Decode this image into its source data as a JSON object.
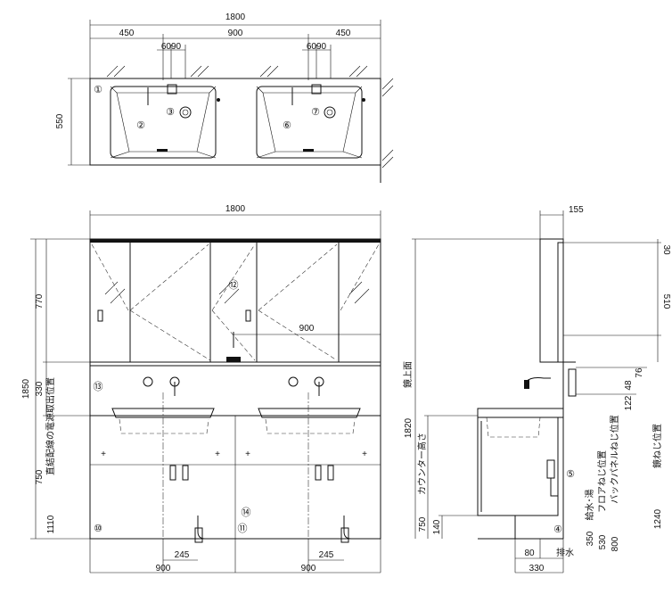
{
  "plan": {
    "total": "1800",
    "side_left": "450",
    "middle": "900",
    "side_right": "450",
    "tap_spacing_left": "6090",
    "tap_spacing_right": "6090",
    "depth": "550"
  },
  "front": {
    "total": "1800",
    "overall_height": "1850",
    "mirror_height": "770",
    "backpanel_height": "330",
    "counter_height": "750",
    "outlet_height": "1110",
    "outlet_label": "直結配線の電源取出位置",
    "mirror_inner": "900",
    "bottom_left": "900",
    "bottom_right": "900",
    "offset_left": "245",
    "offset_right": "245"
  },
  "side": {
    "top_depth": "155",
    "mirror_top_h": "1820",
    "mirror_top_label": "鏡上面",
    "counter_h": "750",
    "counter_label": "カウンター高さ",
    "base_h": "140",
    "base_depth": "80",
    "drain_label": "排水",
    "bottom_depth": "330",
    "water_h": "350",
    "water_label": "給水･湯",
    "floor_screw_h": "530",
    "floor_screw_label": "フロアねじ位置",
    "panel_screw_h": "800",
    "panel_screw_label": "バックパネルねじ位置",
    "mirror_screw_h": "1240",
    "mirror_screw_label": "鏡ねじ位置",
    "dim_30": "30",
    "dim_510": "510",
    "dim_76": "76",
    "dim_48": "48",
    "dim_122": "122"
  },
  "markers": [
    "①",
    "②",
    "③",
    "⑥",
    "⑦",
    "⑫",
    "⑬",
    "⑭",
    "⑩",
    "⑪",
    "⑤",
    "④"
  ]
}
